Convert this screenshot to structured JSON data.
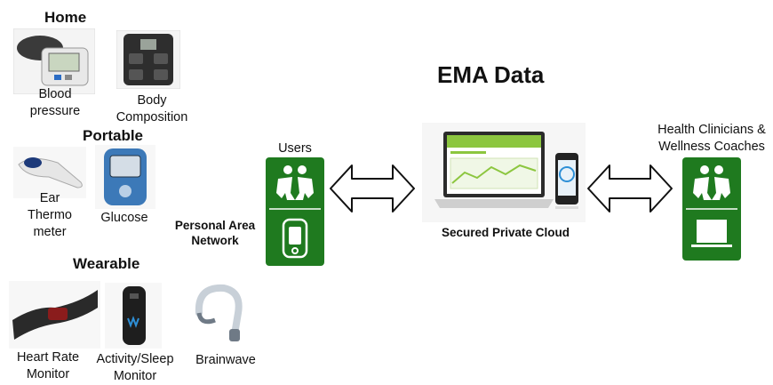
{
  "title": "EMA Data",
  "sections": {
    "home": "Home",
    "portable": "Portable",
    "wearable": "Wearable"
  },
  "devices": {
    "blood_pressure": "Blood\npressure",
    "body_composition": "Body\nComposition",
    "ear_thermometer": "Ear\nThermo\nmeter",
    "glucose": "Glucose",
    "heart_rate_monitor": "Heart Rate\nMonitor",
    "activity_sleep_monitor": "Activity/Sleep\nMonitor",
    "brainwave": "Brainwave"
  },
  "network": {
    "users_label": "Users",
    "pan_label": "Personal Area\nNetwork",
    "cloud_label": "Secured Private Cloud",
    "clinicians_label": "Health Clinicians &\nWellness Coaches"
  },
  "colors": {
    "panel_green": "#1f7a1f",
    "screen_green": "#8cc63f"
  },
  "icons": {
    "users_panel": [
      "people-icon",
      "wearable-device-icon"
    ],
    "clinicians_panel": [
      "people-icon",
      "computer-monitor-icon"
    ]
  }
}
